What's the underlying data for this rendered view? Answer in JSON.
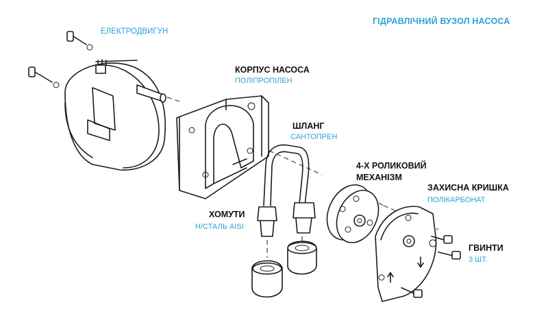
{
  "diagram": {
    "title": "ГІДРАВЛІЧНИЙ ВУЗОЛ НАСОСА",
    "parts": {
      "motor": {
        "name": "ЕЛЕКТРОДВИГУН"
      },
      "housing": {
        "name": "КОРПУС НАСОСА",
        "material": "ПОЛІПРОПІЛЕН"
      },
      "hose": {
        "name": "ШЛАНГ",
        "material": "САНТОПРЕН"
      },
      "rotor": {
        "name_line1": "4-Х РОЛИКОВИЙ",
        "name_line2": "МЕХАНІЗМ"
      },
      "cover": {
        "name": "ЗАХИСНА КРИШКА",
        "material": "ПОЛІКАРБОНАТ"
      },
      "clamps": {
        "name": "ХОМУТИ",
        "material": "Н/СТАЛЬ AISI"
      },
      "screws": {
        "name": "ГВИНТИ",
        "quantity": "3 ШТ."
      }
    },
    "colors": {
      "accent": "#2aa2d6",
      "line": "#1a1a1a"
    }
  }
}
